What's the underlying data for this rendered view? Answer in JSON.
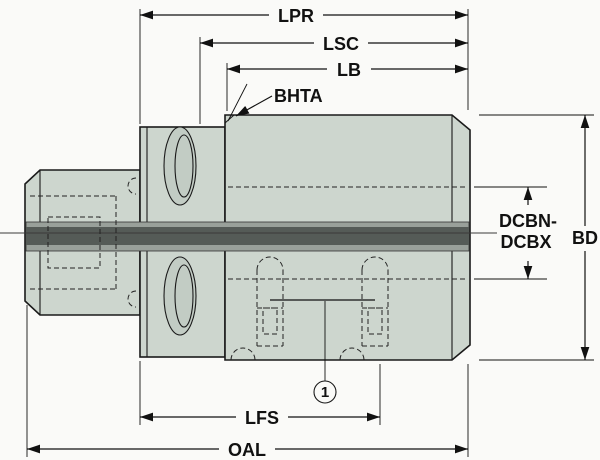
{
  "colors": {
    "background": "#fafaf8",
    "body": "#cdd6ce",
    "groove": "#c2ccc4",
    "band_outer": "#99a09a",
    "band_inner": "#555b57"
  },
  "labels": {
    "lpr": "LPR",
    "lsc": "LSC",
    "lb": "LB",
    "bhta": "BHTA",
    "dcbn_line1": "DCBN-",
    "dcbn_line2": "DCBX",
    "bd": "BD",
    "lfs": "LFS",
    "oal": "OAL",
    "callout_1": "1"
  }
}
